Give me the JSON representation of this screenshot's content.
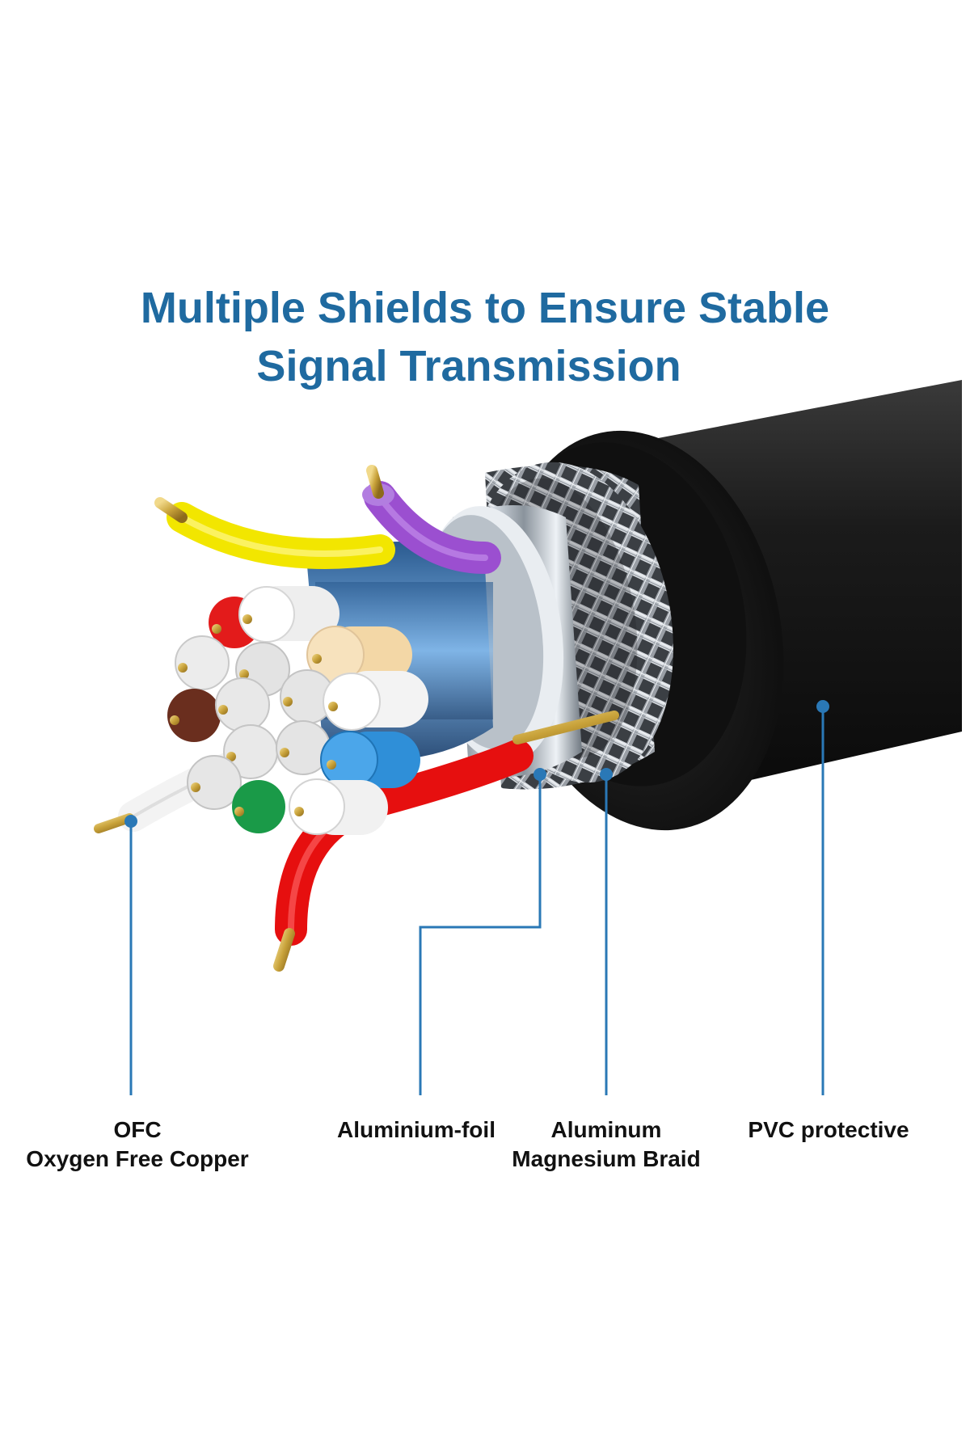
{
  "title": {
    "line1": "Multiple Shields to Ensure Stable",
    "line2": "Signal Transmission"
  },
  "labels": {
    "ofc": {
      "line1": "OFC",
      "line2": "Oxygen Free Copper"
    },
    "foil": {
      "line1": "Aluminium-foil"
    },
    "braid": {
      "line1": "Aluminum",
      "line2": "Magnesium Braid"
    },
    "pvc": {
      "line1": "PVC protective"
    }
  },
  "colors": {
    "title": "#1f6aa0",
    "callout_line": "#2a78b6",
    "jacket": "#151515",
    "wire_yellow": "#f2e600",
    "wire_purple": "#9b4fd0",
    "wire_red": "#e60f0f",
    "wire_blue": "#2f8fd8",
    "wire_green": "#1a9a48",
    "wire_brown": "#6a2e1e",
    "wire_peach": "#f3d7a6",
    "wire_white": "#f3f3f3",
    "copper": "#c8a23a"
  }
}
